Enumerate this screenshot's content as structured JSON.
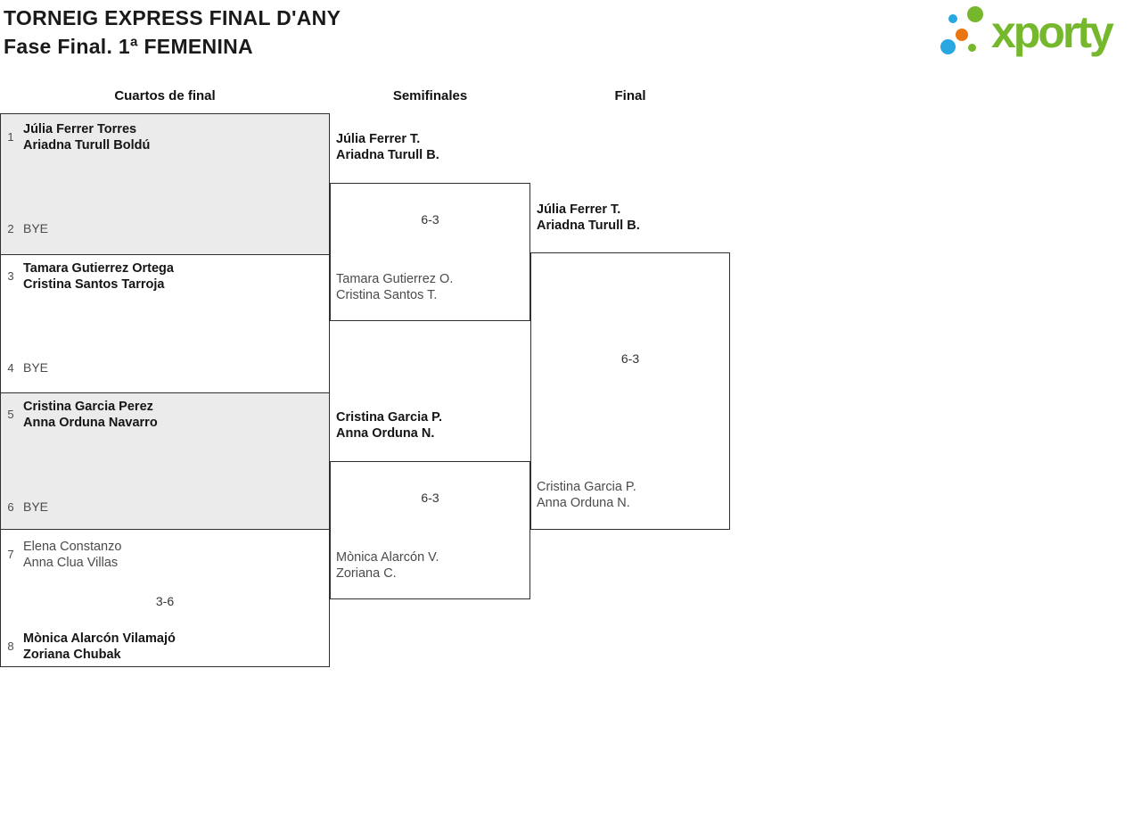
{
  "title": {
    "line1": "TORNEIG EXPRESS FINAL D'ANY",
    "line2": "Fase Final. 1ª FEMENINA"
  },
  "logo": {
    "text": "xporty"
  },
  "colors": {
    "brand_green": "#76b82d",
    "brand_blue": "#29a7e1",
    "brand_orange": "#ea7612",
    "box_shade": "#ebebeb",
    "line": "#2f2f2f"
  },
  "headers": {
    "quarterfinals": "Cuartos de final",
    "semifinals": "Semifinales",
    "final": "Final"
  },
  "quarterfinals": [
    {
      "seed_top": "1",
      "team_top": [
        "Júlia Ferrer Torres",
        "Ariadna Turull Boldú"
      ],
      "seed_bottom": "2",
      "bye": "BYE",
      "score": ""
    },
    {
      "seed_top": "3",
      "team_top": [
        "Tamara Gutierrez Ortega",
        "Cristina Santos Tarroja"
      ],
      "seed_bottom": "4",
      "bye": "BYE",
      "score": ""
    },
    {
      "seed_top": "5",
      "team_top": [
        "Cristina Garcia Perez",
        "Anna Orduna Navarro"
      ],
      "seed_bottom": "6",
      "bye": "BYE",
      "score": ""
    },
    {
      "seed_top": "7",
      "team_top": [
        "Elena Constanzo",
        "Anna Clua Villas"
      ],
      "score": "3-6",
      "seed_bottom": "8",
      "team_bottom": [
        "Mònica Alarcón Vilamajó",
        "Zoriana Chubak"
      ]
    }
  ],
  "semifinals": [
    {
      "winner": [
        "Júlia Ferrer T.",
        "Ariadna Turull B."
      ],
      "score": "6-3",
      "loser": [
        "Tamara Gutierrez O.",
        "Cristina Santos T."
      ]
    },
    {
      "winner": [
        "Cristina Garcia P.",
        "Anna Orduna N."
      ],
      "score": "6-3",
      "loser": [
        "Mònica Alarcón V.",
        "Zoriana C."
      ]
    }
  ],
  "final": {
    "winner": [
      "Júlia Ferrer T.",
      "Ariadna Turull B."
    ],
    "score": "6-3",
    "loser": [
      "Cristina Garcia P.",
      "Anna Orduna N."
    ]
  }
}
